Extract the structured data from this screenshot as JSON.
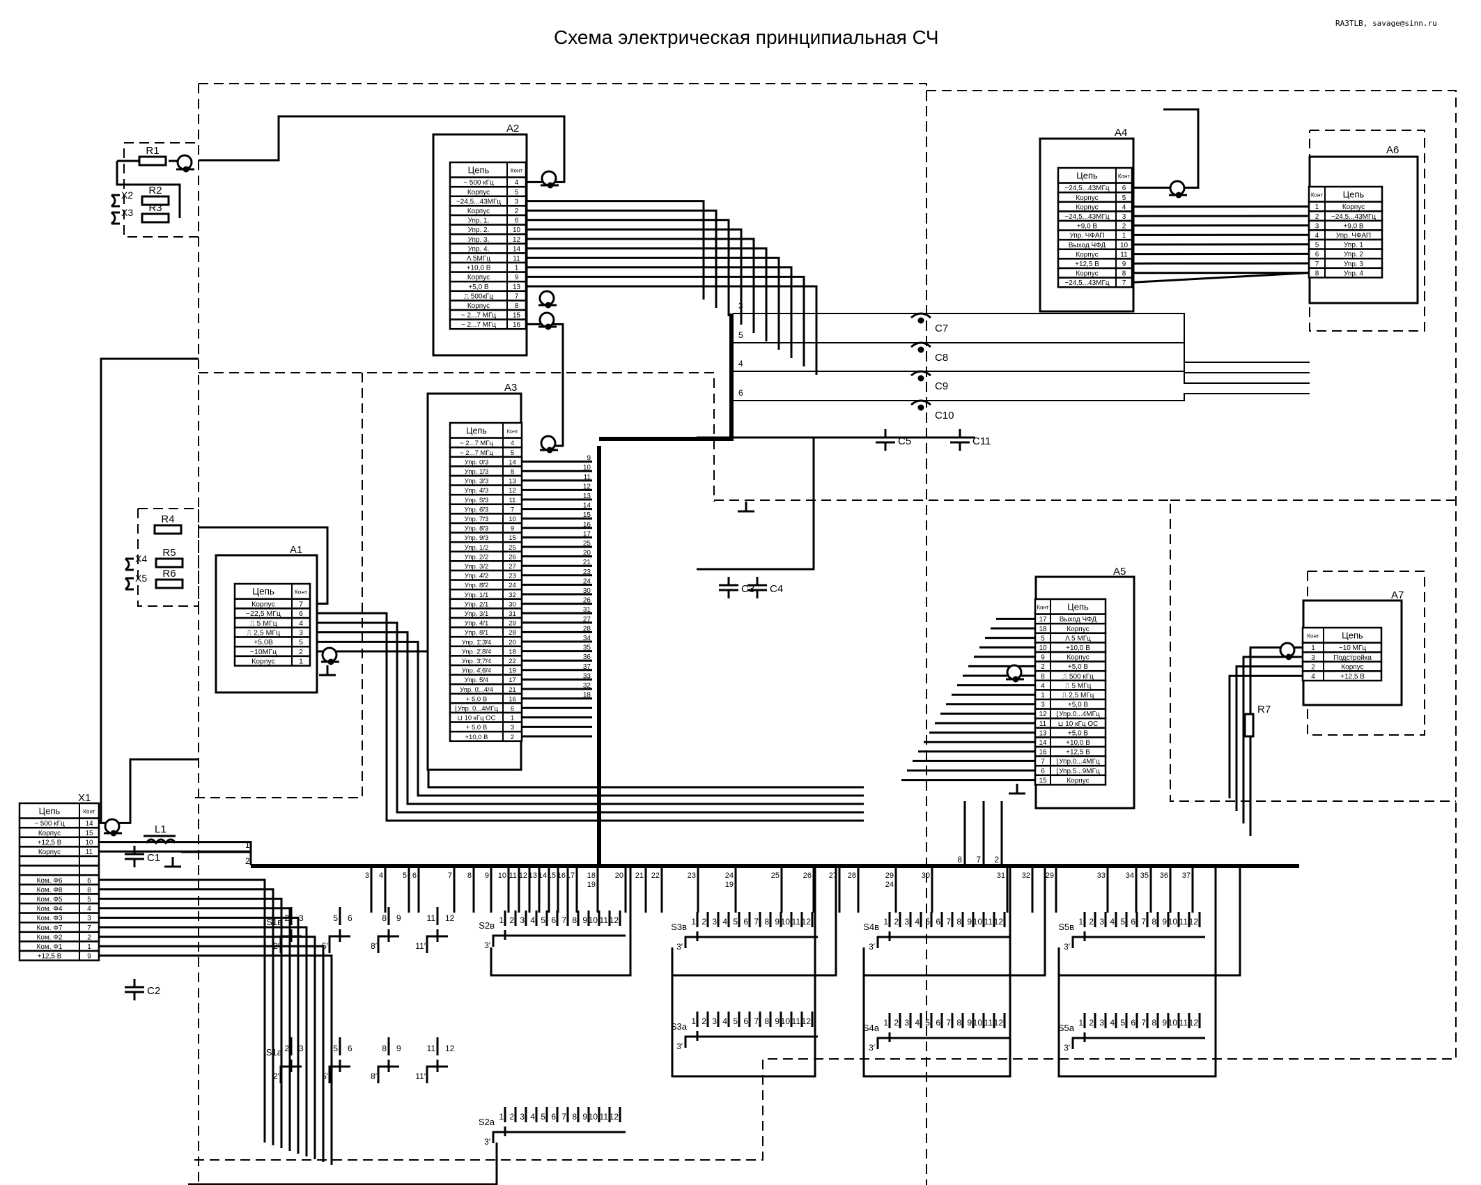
{
  "title": "Схема электрическая принципиальная СЧ",
  "author": "RA3TLB, savage@sinn.ru",
  "headers": {
    "circuit": "Цепь",
    "contact": "Конт",
    "contact_dot": "Конт."
  },
  "modules": {
    "A1": {
      "label": "A1",
      "rows": [
        {
          "name": "Корпус",
          "pin": "7"
        },
        {
          "name": "~22,5 МГц",
          "pin": "6"
        },
        {
          "name": "⎍ 5 МГц",
          "pin": "4"
        },
        {
          "name": "⎍ 2,5 МГц",
          "pin": "3"
        },
        {
          "name": "+5,0В",
          "pin": "5"
        },
        {
          "name": "~10МГц",
          "pin": "2"
        },
        {
          "name": "Корпус",
          "pin": "1"
        }
      ]
    },
    "A2": {
      "label": "A2",
      "rows": [
        {
          "name": "~ 500 кГц",
          "pin": "4"
        },
        {
          "name": "Корпус",
          "pin": "5"
        },
        {
          "name": "~24,5...43МГц",
          "pin": "3"
        },
        {
          "name": "Корпус",
          "pin": "2"
        },
        {
          "name": "Упр. 1.",
          "pin": "6"
        },
        {
          "name": "Упр. 2.",
          "pin": "10"
        },
        {
          "name": "Упр. 3.",
          "pin": "12"
        },
        {
          "name": "Упр. 4.",
          "pin": "14"
        },
        {
          "name": "Λ 5МГц",
          "pin": "11"
        },
        {
          "name": "+10,0 В",
          "pin": "1"
        },
        {
          "name": "Корпус",
          "pin": "9"
        },
        {
          "name": "+5,0 В",
          "pin": "13"
        },
        {
          "name": "⎍ 500кГц",
          "pin": "7"
        },
        {
          "name": "Корпус",
          "pin": "8"
        },
        {
          "name": "~ 2...7 МГц",
          "pin": "15"
        },
        {
          "name": "~ 2...7 МГц",
          "pin": "16"
        }
      ]
    },
    "A3": {
      "label": "A3",
      "rows": [
        {
          "name": "~ 2...7 МГц",
          "pin": "4",
          "bus": ""
        },
        {
          "name": "~ 2...7 МГц",
          "pin": "5",
          "bus": ""
        },
        {
          "name": "Упр. 0̄/3",
          "pin": "14",
          "bus": "9"
        },
        {
          "name": "Упр. 1̄/3",
          "pin": "8",
          "bus": "10"
        },
        {
          "name": "Упр. 3̄/3",
          "pin": "13",
          "bus": "11"
        },
        {
          "name": "Упр. 4̄/3",
          "pin": "12",
          "bus": "12"
        },
        {
          "name": "Упр. 5̄/3",
          "pin": "11",
          "bus": "13"
        },
        {
          "name": "Упр. 6̄/3",
          "pin": "7",
          "bus": "14"
        },
        {
          "name": "Упр. 7̄/3",
          "pin": "10",
          "bus": "15"
        },
        {
          "name": "Упр. 8̄/3",
          "pin": "9",
          "bus": "16"
        },
        {
          "name": "Упр. 9̄/3",
          "pin": "15",
          "bus": "17"
        },
        {
          "name": "Упр. 1/2",
          "pin": "25",
          "bus": "25"
        },
        {
          "name": "Упр. 2/2",
          "pin": "26",
          "bus": "20"
        },
        {
          "name": "Упр. 3/2",
          "pin": "27",
          "bus": "21"
        },
        {
          "name": "Упр. 4̄/2",
          "pin": "23",
          "bus": "23"
        },
        {
          "name": "Упр. 8̄/2",
          "pin": "24",
          "bus": "24"
        },
        {
          "name": "Упр. 1/1",
          "pin": "32",
          "bus": "30"
        },
        {
          "name": "Упр. 2/1",
          "pin": "30",
          "bus": "26"
        },
        {
          "name": "Упр. 3/1",
          "pin": "31",
          "bus": "31"
        },
        {
          "name": "Упр. 4̄/1",
          "pin": "29",
          "bus": "27"
        },
        {
          "name": "Упр. 8̄/1",
          "pin": "28",
          "bus": "28"
        },
        {
          "name": "Упр. 1̄,3̄/4",
          "pin": "20",
          "bus": "34"
        },
        {
          "name": "Упр. 2̄,8̄/4",
          "pin": "18",
          "bus": "35"
        },
        {
          "name": "Упр. 3̄,7̄/4",
          "pin": "22",
          "bus": "36"
        },
        {
          "name": "Упр. 4̄,6̄/4",
          "pin": "19",
          "bus": "37"
        },
        {
          "name": "Упр. 5̄/4",
          "pin": "17",
          "bus": "33"
        },
        {
          "name": "Упр. 0̄...4̄/4",
          "pin": "21",
          "bus": "32"
        },
        {
          "name": "+ 5,0 В",
          "pin": "16",
          "bus": "18"
        },
        {
          "name": "⌊Упр. 0...4МГц",
          "pin": "6",
          "bus": ""
        },
        {
          "name": "⊔ 10 кГц ОС",
          "pin": "1",
          "bus": ""
        },
        {
          "name": "+ 5,0 В",
          "pin": "3",
          "bus": ""
        },
        {
          "name": "+10,0 В",
          "pin": "2",
          "bus": ""
        }
      ]
    },
    "A4": {
      "label": "A4",
      "rows": [
        {
          "name": "~24,5...43МГц",
          "pin": "6"
        },
        {
          "name": "Корпус",
          "pin": "5"
        },
        {
          "name": "Корпус",
          "pin": "4"
        },
        {
          "name": "~24,5...43МГц",
          "pin": "3"
        },
        {
          "name": "+9,0 В",
          "pin": "2"
        },
        {
          "name": "Упр. ЧФАП",
          "pin": "1"
        },
        {
          "name": "Выход ЧФД",
          "pin": "10"
        },
        {
          "name": "Корпус",
          "pin": "11"
        },
        {
          "name": "+12,5 В",
          "pin": "9"
        },
        {
          "name": "Корпус",
          "pin": "8"
        },
        {
          "name": "~24,5...43МГц",
          "pin": "7"
        }
      ]
    },
    "A5": {
      "label": "A5",
      "rows": [
        {
          "pin": "17",
          "name": "Выход ЧФД"
        },
        {
          "pin": "18",
          "name": "Корпус"
        },
        {
          "pin": "5",
          "name": "Λ 5 МГц"
        },
        {
          "pin": "10",
          "name": "+10,0 В"
        },
        {
          "pin": "9",
          "name": "Корпус"
        },
        {
          "pin": "2",
          "name": "+5,0 В"
        },
        {
          "pin": "8",
          "name": "⎍ 500 кГц"
        },
        {
          "pin": "4",
          "name": "⎍ 5 МГц"
        },
        {
          "pin": "1",
          "name": "⎍ 2,5 МГц"
        },
        {
          "pin": "3",
          "name": "+5,0 В"
        },
        {
          "pin": "12",
          "name": "⌊Упр.0...4МГц"
        },
        {
          "pin": "11",
          "name": "⊔ 10 кГц ОС"
        },
        {
          "pin": "13",
          "name": "+5,0 В"
        },
        {
          "pin": "14",
          "name": "+10,0 В"
        },
        {
          "pin": "16",
          "name": "+12,5 В"
        },
        {
          "pin": "7",
          "name": "⌊Упр.0...4МГц"
        },
        {
          "pin": "6",
          "name": "⌊Упр.5...9МГц"
        },
        {
          "pin": "15",
          "name": "Корпус"
        }
      ]
    },
    "A6": {
      "label": "A6",
      "rows": [
        {
          "pin": "1",
          "name": "Корпус"
        },
        {
          "pin": "2",
          "name": "~24,5...43МГц"
        },
        {
          "pin": "3",
          "name": "+9,0 В"
        },
        {
          "pin": "4",
          "name": "Упр. ЧФАП"
        },
        {
          "pin": "5",
          "name": "Упр. 1"
        },
        {
          "pin": "6",
          "name": "Упр. 2"
        },
        {
          "pin": "7",
          "name": "Упр. 3"
        },
        {
          "pin": "8",
          "name": "Упр. 4"
        }
      ]
    },
    "A7": {
      "label": "A7",
      "rows": [
        {
          "pin": "1",
          "name": "~10 МГц"
        },
        {
          "pin": "3",
          "name": "Подстройка"
        },
        {
          "pin": "2",
          "name": "Корпус"
        },
        {
          "pin": "4",
          "name": "+12,5 В"
        }
      ]
    },
    "X1": {
      "label": "X1",
      "rows": [
        {
          "name": "~ 500 кГц",
          "pin": "14"
        },
        {
          "name": "Корпус",
          "pin": "15"
        },
        {
          "name": "+12,5 В",
          "pin": "10"
        },
        {
          "name": "Корпус",
          "pin": "11"
        },
        {
          "name": "",
          "pin": ""
        },
        {
          "name": "",
          "pin": ""
        },
        {
          "name": "Ком. Ф6",
          "pin": "6"
        },
        {
          "name": "Ком. Ф8",
          "pin": "8"
        },
        {
          "name": "Ком. Ф5",
          "pin": "5"
        },
        {
          "name": "Ком. Ф4",
          "pin": "4"
        },
        {
          "name": "Ком. Ф3",
          "pin": "3"
        },
        {
          "name": "Ком. Ф7",
          "pin": "7"
        },
        {
          "name": "Ком. Ф2",
          "pin": "2"
        },
        {
          "name": "Ком. Ф1",
          "pin": "1"
        },
        {
          "name": "+12,5 В",
          "pin": "9"
        }
      ]
    }
  },
  "components": {
    "resistors": [
      "R1",
      "R2",
      "R3",
      "R4",
      "R5",
      "R6",
      "R7"
    ],
    "connectors": [
      "X2",
      "X3",
      "X4",
      "X5"
    ],
    "capacitors": [
      "C1",
      "C2",
      "C3",
      "C4",
      "C5",
      "C7",
      "C8",
      "C9",
      "C10",
      "C11"
    ],
    "inductors": [
      "L1"
    ]
  },
  "bus_wires": [
    "3",
    "5",
    "4",
    "6"
  ],
  "bus_top_labels": [
    "1",
    "2",
    "8",
    "7",
    "2"
  ],
  "bus_taps": [
    {
      "label": "3"
    },
    {
      "label": "4"
    },
    {
      "label": "5"
    },
    {
      "label": "6"
    },
    {
      "label": "7"
    },
    {
      "label": "8"
    },
    {
      "label": "9"
    },
    {
      "label": "10"
    },
    {
      "label": "11"
    },
    {
      "label": "12"
    },
    {
      "label": "13"
    },
    {
      "label": "14"
    },
    {
      "label": "15"
    },
    {
      "label": "16"
    },
    {
      "label": "17"
    },
    {
      "label": "18\n19"
    },
    {
      "label": "20"
    },
    {
      "label": "21"
    },
    {
      "label": "22"
    },
    {
      "label": "23"
    },
    {
      "label": "24\n19"
    },
    {
      "label": "25"
    },
    {
      "label": "26"
    },
    {
      "label": "27"
    },
    {
      "label": "28"
    },
    {
      "label": "29\n24"
    },
    {
      "label": "30"
    },
    {
      "label": "31"
    },
    {
      "label": "32"
    },
    {
      "label": "29"
    },
    {
      "label": "33"
    },
    {
      "label": "34"
    },
    {
      "label": "35"
    },
    {
      "label": "36"
    },
    {
      "label": "37"
    }
  ],
  "switches": [
    {
      "name": "S1в",
      "wafer_label": "S1в",
      "contacts": [
        "2",
        "3",
        "5",
        "6",
        "8",
        "9",
        "11",
        "12"
      ],
      "commons": [
        "2′",
        "5′",
        "8′",
        "11′"
      ]
    },
    {
      "name": "S1а",
      "wafer_label": "S1a",
      "contacts": [
        "2",
        "3",
        "5",
        "6",
        "8",
        "9",
        "11",
        "12"
      ],
      "commons": [
        "2′",
        "5′",
        "8′",
        "11′"
      ]
    },
    {
      "name": "S2в",
      "wafer_label": "S2в",
      "contacts": [
        "1",
        "2",
        "3",
        "4",
        "5",
        "6",
        "7",
        "8",
        "9",
        "10",
        "11",
        "12"
      ],
      "commons": [
        "3′"
      ]
    },
    {
      "name": "S2а",
      "wafer_label": "S2a",
      "contacts": [
        "1",
        "2",
        "3",
        "4",
        "5",
        "6",
        "7",
        "8",
        "9",
        "10",
        "11",
        "12"
      ],
      "commons": [
        "3′"
      ]
    },
    {
      "name": "S3в",
      "wafer_label": "S3в",
      "contacts": [
        "1",
        "2",
        "3",
        "4",
        "5",
        "6",
        "7",
        "8",
        "9",
        "10",
        "11",
        "12"
      ],
      "commons": [
        "3′"
      ]
    },
    {
      "name": "S3а",
      "wafer_label": "S3a",
      "contacts": [
        "1",
        "2",
        "3",
        "4",
        "5",
        "6",
        "7",
        "8",
        "9",
        "10",
        "11",
        "12"
      ],
      "commons": [
        "3′"
      ]
    },
    {
      "name": "S4в",
      "wafer_label": "S4в",
      "contacts": [
        "1",
        "2",
        "3",
        "4",
        "5",
        "6",
        "7",
        "8",
        "9",
        "10",
        "11",
        "12"
      ],
      "commons": [
        "3′"
      ]
    },
    {
      "name": "S4а",
      "wafer_label": "S4a",
      "contacts": [
        "1",
        "2",
        "3",
        "4",
        "5",
        "6",
        "7",
        "8",
        "9",
        "10",
        "11",
        "12"
      ],
      "commons": [
        "3′"
      ]
    },
    {
      "name": "S5в",
      "wafer_label": "S5в",
      "contacts": [
        "1",
        "2",
        "3",
        "4",
        "5",
        "6",
        "7",
        "8",
        "9",
        "10",
        "11",
        "12"
      ],
      "commons": [
        "3′"
      ]
    },
    {
      "name": "S5а",
      "wafer_label": "S5a",
      "contacts": [
        "1",
        "2",
        "3",
        "4",
        "5",
        "6",
        "7",
        "8",
        "9",
        "10",
        "11",
        "12"
      ],
      "commons": [
        "3′"
      ]
    }
  ]
}
